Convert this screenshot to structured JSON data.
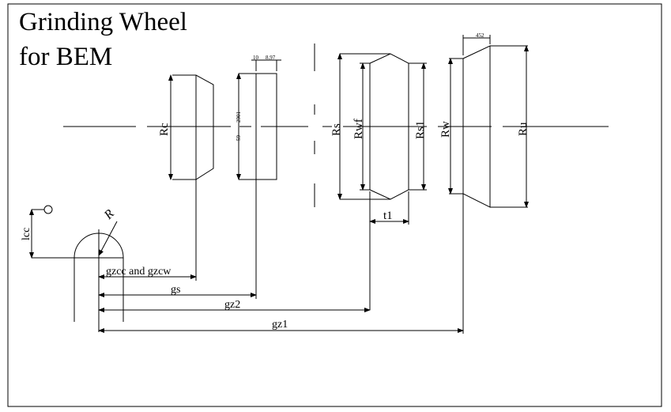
{
  "title": {
    "line1": "Grinding Wheel",
    "line2": "for BEM"
  },
  "labels": {
    "rc": "Rc",
    "rs": "Rs",
    "rwf": "Rwf",
    "rs1": "Rs1",
    "rw": "Rw",
    "ru": "Ru",
    "t1": "t1",
    "r": "R",
    "lcc": "lcc",
    "gzcc_gzcw": "gzcc and gzcw",
    "gs": "gs",
    "gz2": "gz2",
    "gz1": "gz1",
    "small_2901": "2901",
    "small_59": "59",
    "small_10": "10",
    "small_897": "8.97",
    "small_452": "452"
  }
}
